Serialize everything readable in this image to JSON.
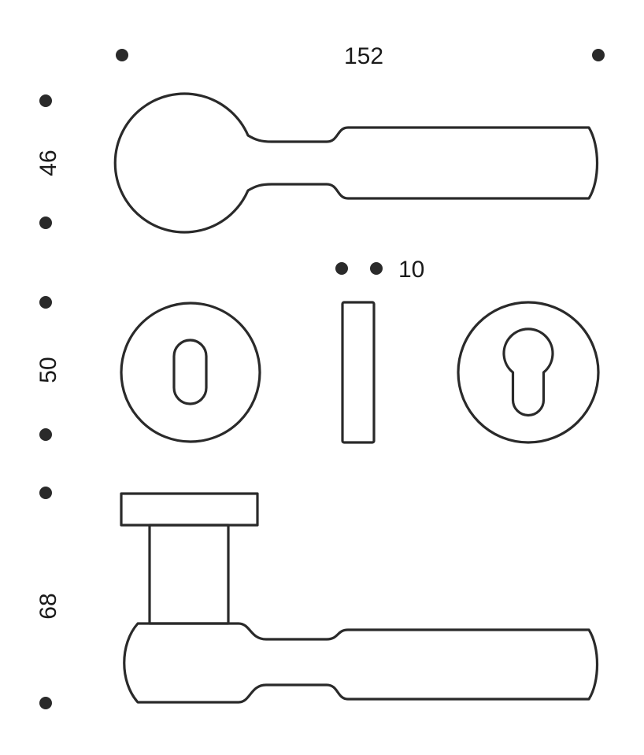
{
  "dimensions": {
    "total_length": "152",
    "handle_height": "46",
    "rosette_diameter": "50",
    "rosette_thickness": "10",
    "projection": "68"
  },
  "colors": {
    "stroke": "#2a2a2a",
    "background": "#ffffff"
  }
}
